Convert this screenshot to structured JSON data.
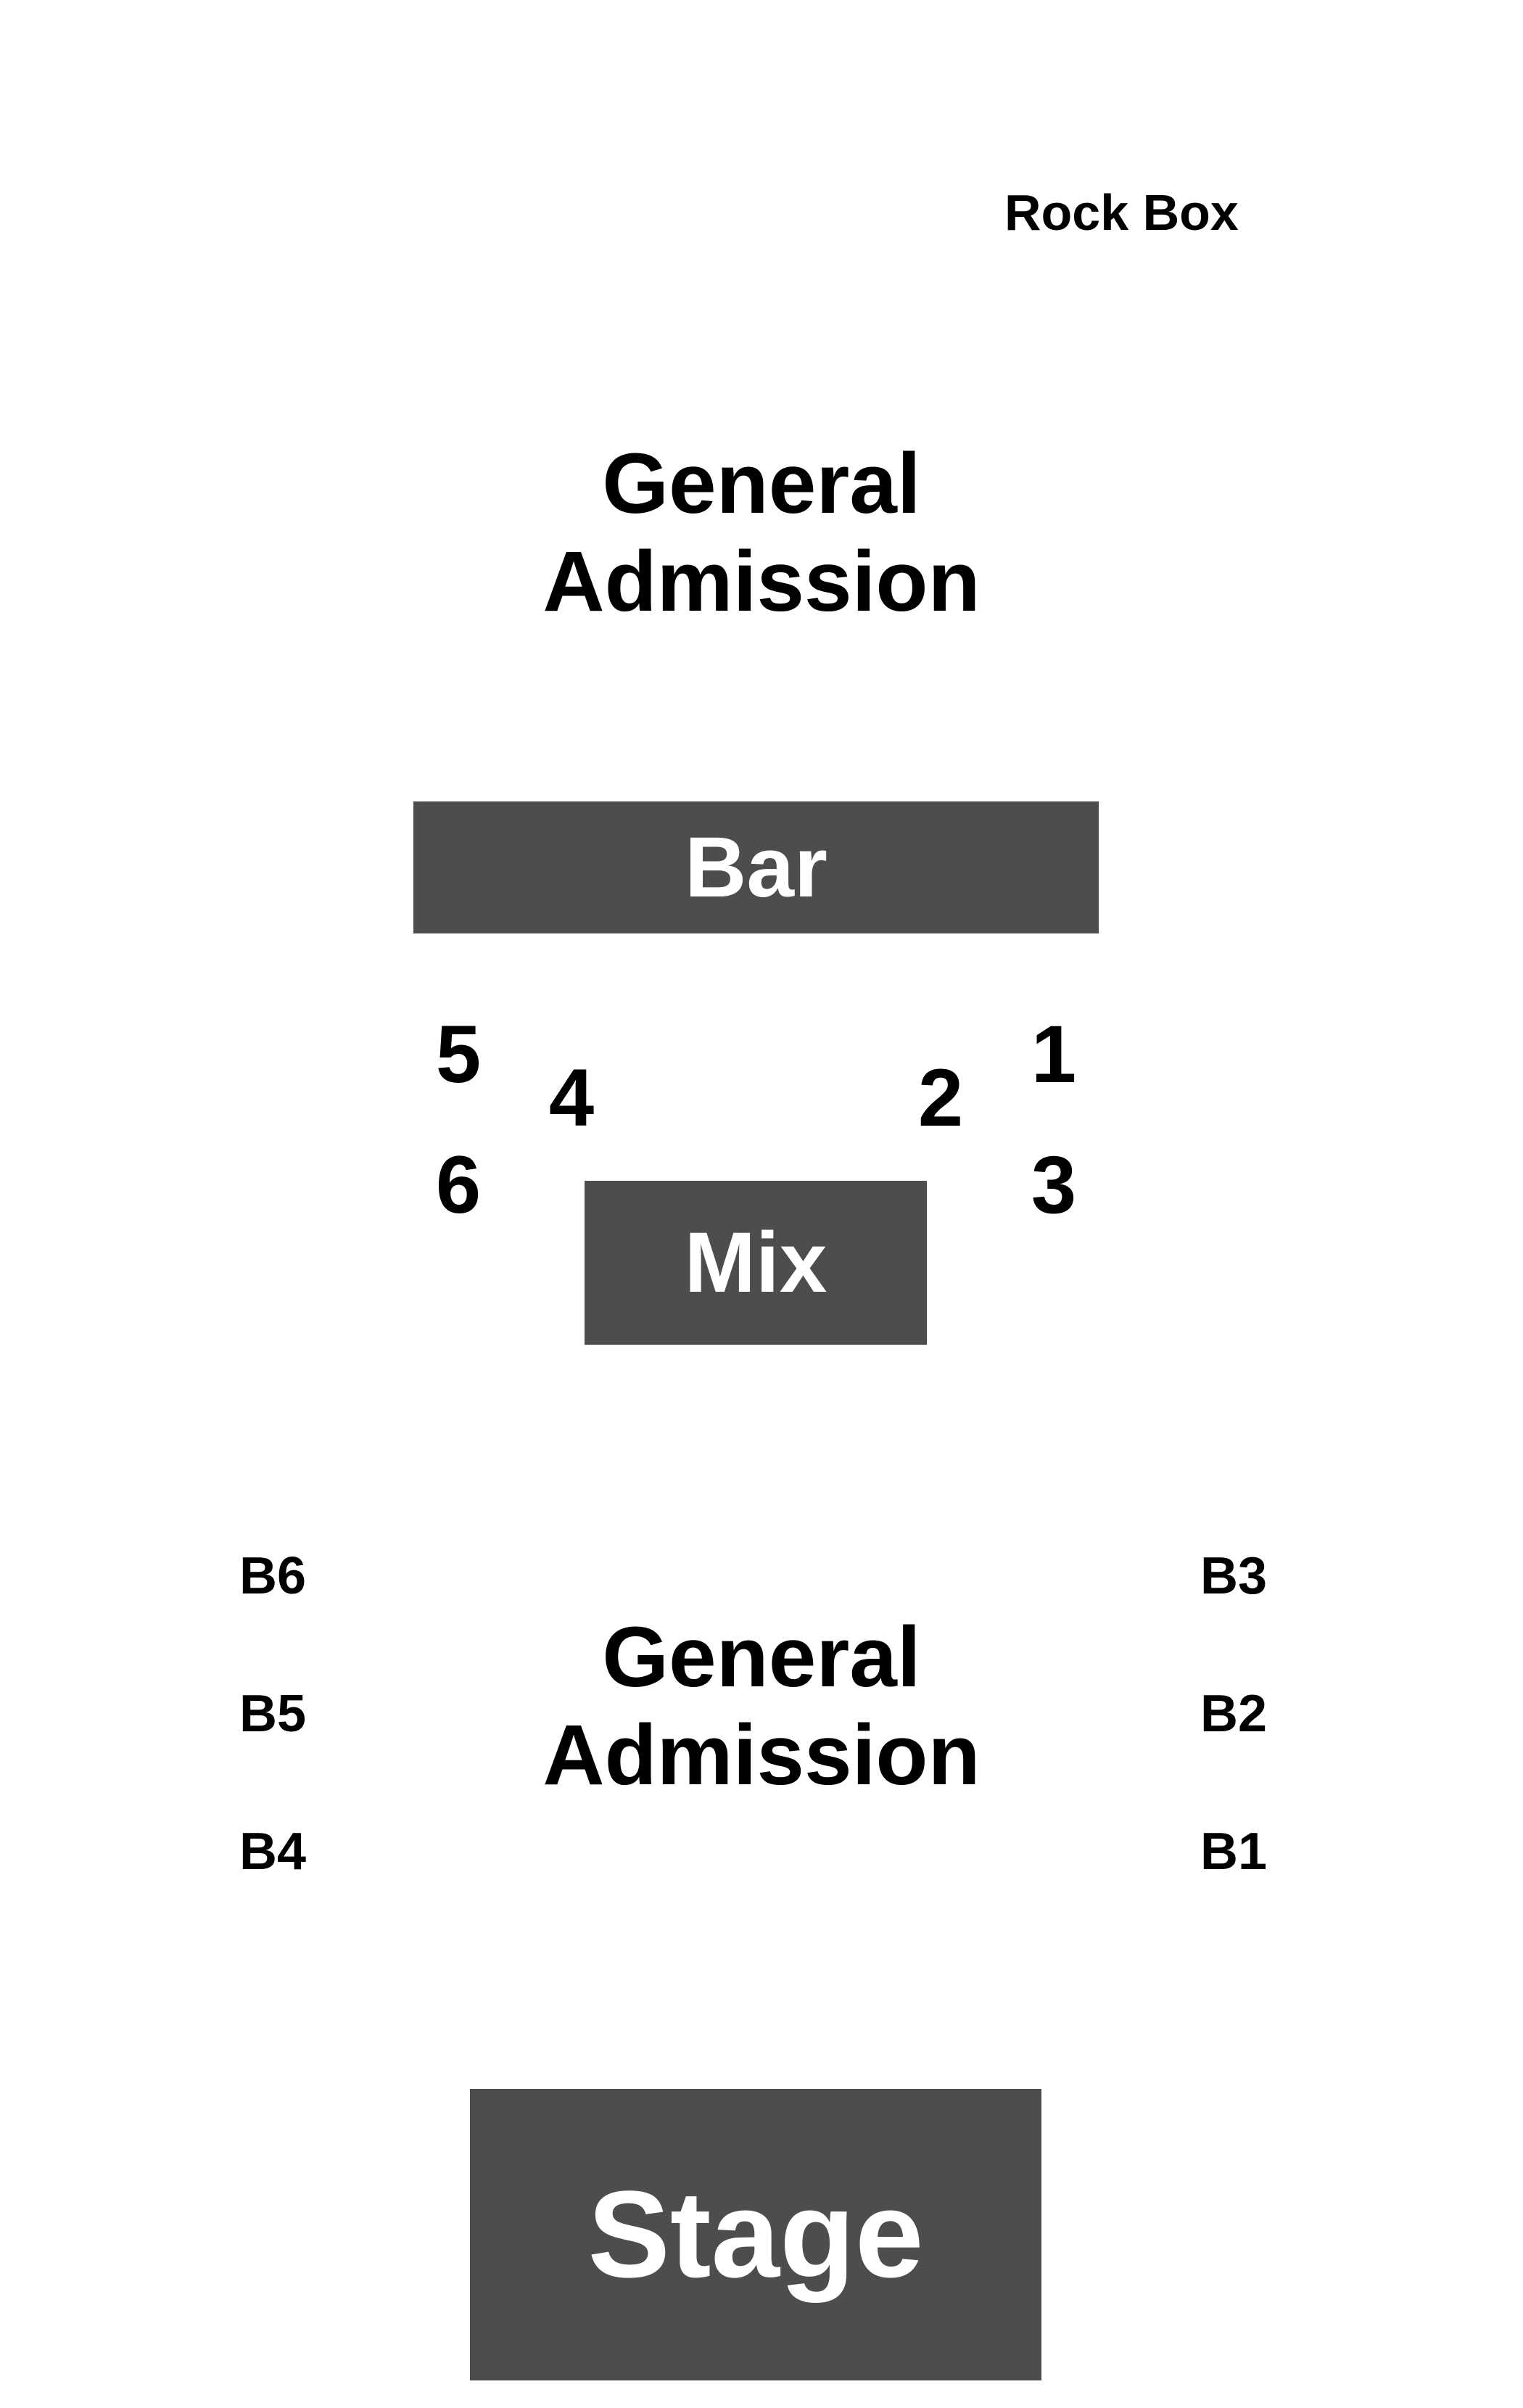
{
  "map": {
    "rock_box": "Rock Box",
    "ga_upper": {
      "line1": "General",
      "line2": "Admission"
    },
    "bar": "Bar",
    "mix": "Mix",
    "tables": [
      "1",
      "2",
      "3",
      "4",
      "5",
      "6"
    ],
    "boxes": [
      "B1",
      "B2",
      "B3",
      "B4",
      "B5",
      "B6"
    ],
    "ga_lower": {
      "line1": "General",
      "line2": "Admission"
    },
    "stage": "Stage"
  },
  "colors": {
    "block_fill": "#4d4d4d",
    "block_text": "#ffffff",
    "label_text": "#000000",
    "background": "#ffffff"
  }
}
